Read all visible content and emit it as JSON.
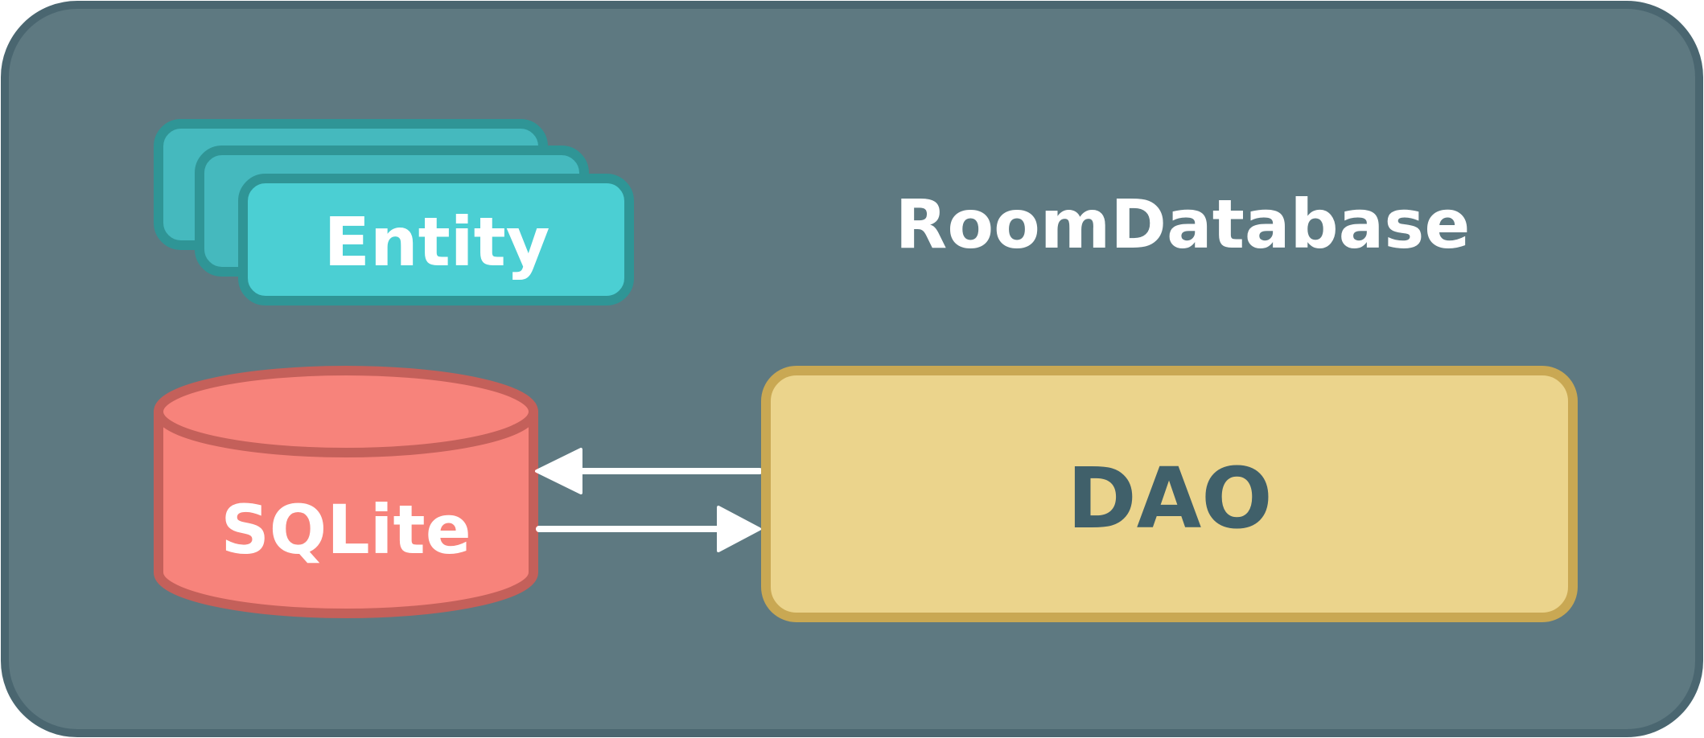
{
  "title": "RoomDatabase",
  "entity": {
    "label": "Entity"
  },
  "sqlite": {
    "label": "SQLite"
  },
  "dao": {
    "label": "DAO"
  },
  "colors": {
    "background": "#5e7981",
    "frame_border": "#4a6670",
    "entity_fill_back": "#45b9be",
    "entity_fill_front": "#4bcfd3",
    "entity_border": "#2f9596",
    "sqlite_fill": "#f7837b",
    "sqlite_border": "#c4605a",
    "dao_fill": "#ebd48c",
    "dao_border": "#c9a853",
    "dao_text": "#40606a",
    "arrow": "#ffffff",
    "text": "#ffffff"
  }
}
